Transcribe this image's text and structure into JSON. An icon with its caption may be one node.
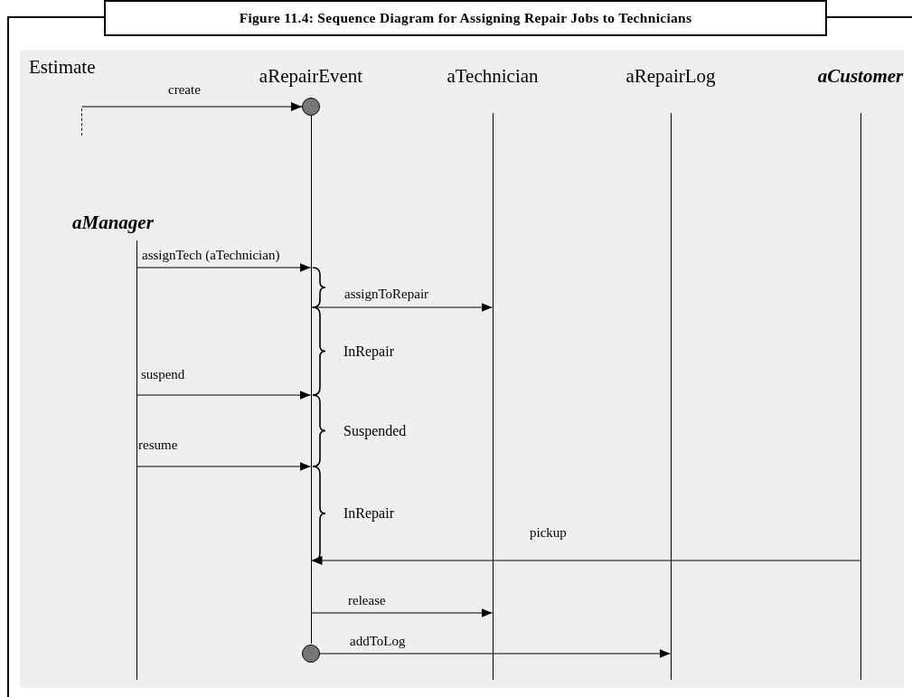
{
  "diagram": {
    "title": "Figure 11.4: Sequence Diagram for Assigning Repair Jobs to Technicians",
    "nodes": [
      {
        "text": [],
        "shape": "line",
        "beside": [
          "Estimate"
        ]
      },
      {
        "text": [],
        "shape": "line"
      },
      {
        "text": [],
        "shape": "line",
        "beside": [
          "aTechnician"
        ]
      },
      {
        "text": [],
        "shape": "line",
        "beside": [
          "aRepairLog"
        ]
      },
      {
        "text": [],
        "shape": "line",
        "beside": [
          "aCustomer"
        ]
      },
      {
        "text": [],
        "shape": "circle",
        "beside": [
          "aRepairEvent"
        ]
      },
      {
        "text": [],
        "shape": "line",
        "beside": [
          "aManager"
        ]
      },
      {
        "text": [],
        "shape": "circle"
      }
    ],
    "edges": [
      {
        "from": 0,
        "to": 5,
        "label": "create",
        "arrow": "to"
      },
      {
        "from": 6,
        "to": 1,
        "label": "assignTech (aTechnician)",
        "arrow": "to"
      },
      {
        "from": 1,
        "to": 2,
        "label": "assignToRepair",
        "arrow": "to"
      },
      {
        "from": 6,
        "to": 1,
        "label": "suspend",
        "arrow": "to"
      },
      {
        "from": 6,
        "to": 1,
        "label": "resume",
        "arrow": "to"
      },
      {
        "from": 4,
        "to": 1,
        "label": "pickup",
        "arrow": "to"
      },
      {
        "from": 1,
        "to": 2,
        "label": "release",
        "arrow": "to"
      },
      {
        "from": 7,
        "to": 3,
        "label": "addToLog",
        "arrow": "to"
      }
    ],
    "labels": [
      "InRepair",
      "Suspended",
      "InRepair"
    ]
  }
}
